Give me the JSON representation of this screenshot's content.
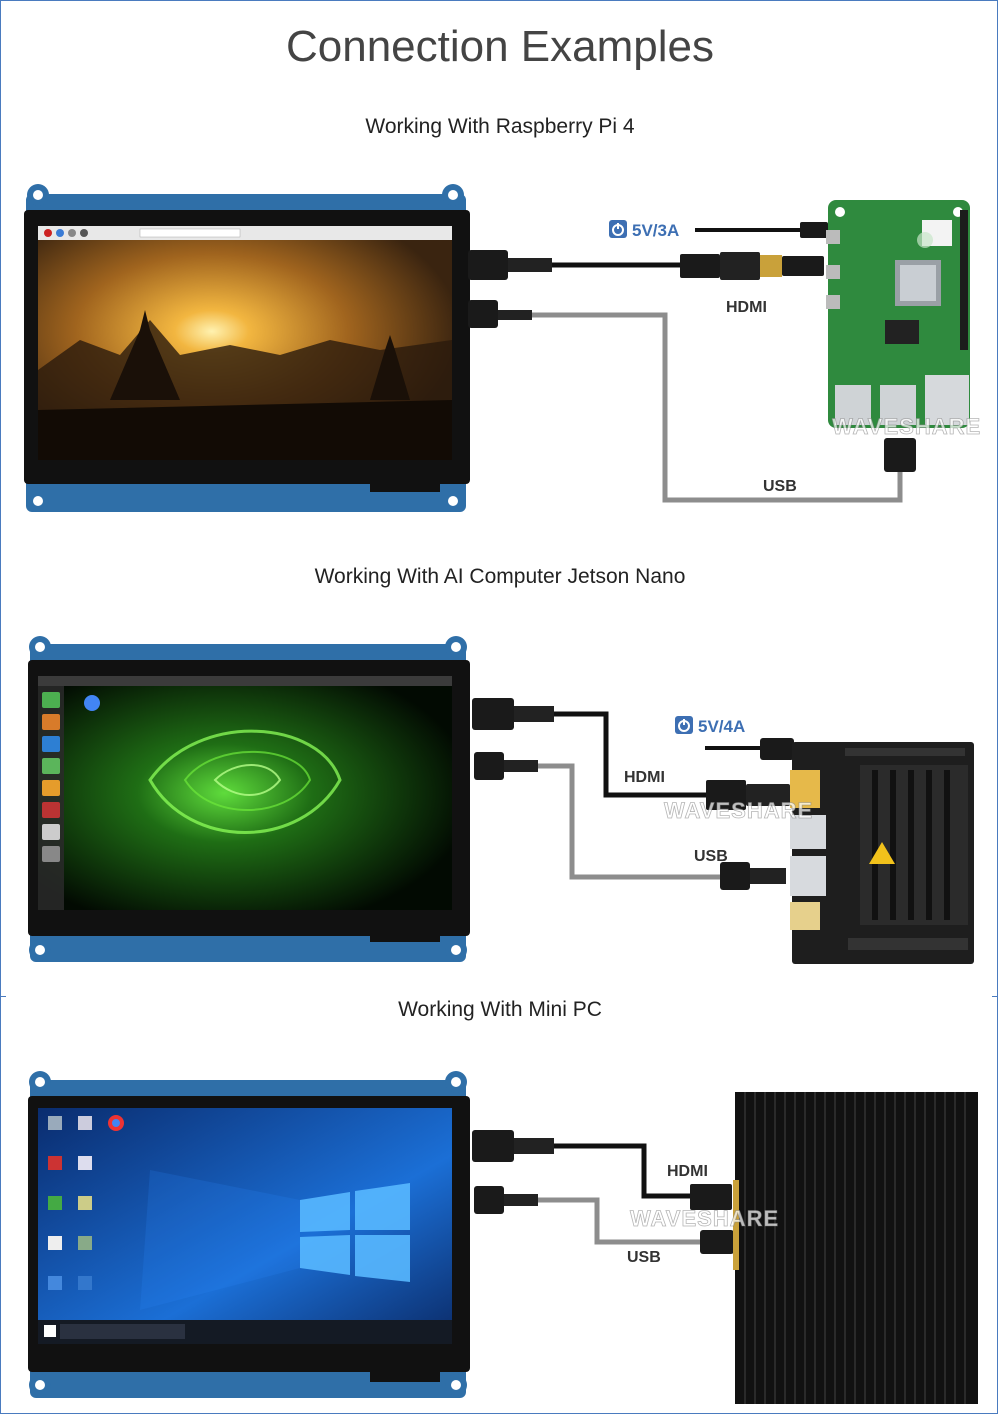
{
  "title": "Connection Examples",
  "sections": [
    {
      "subtitle": "Working With Raspberry Pi 4",
      "power": "5V/3A",
      "labels": [
        "HDMI",
        "USB"
      ],
      "watermark": "WAVESHARE"
    },
    {
      "subtitle": "Working With AI Computer Jetson Nano",
      "power": "5V/4A",
      "labels": [
        "HDMI",
        "USB"
      ],
      "watermark": "WAVESHARE"
    },
    {
      "subtitle": "Working With Mini PC",
      "labels": [
        "HDMI",
        "USB"
      ],
      "watermark": "WAVESHARE"
    }
  ],
  "icons": [
    "power-icon",
    "raspberry-pi-board",
    "jetson-nano-board",
    "mini-pc",
    "lcd-display"
  ],
  "colors": {
    "frame": "#4a7bbf",
    "power": "#3d6fb3",
    "board_green": "#2f8a3e"
  }
}
